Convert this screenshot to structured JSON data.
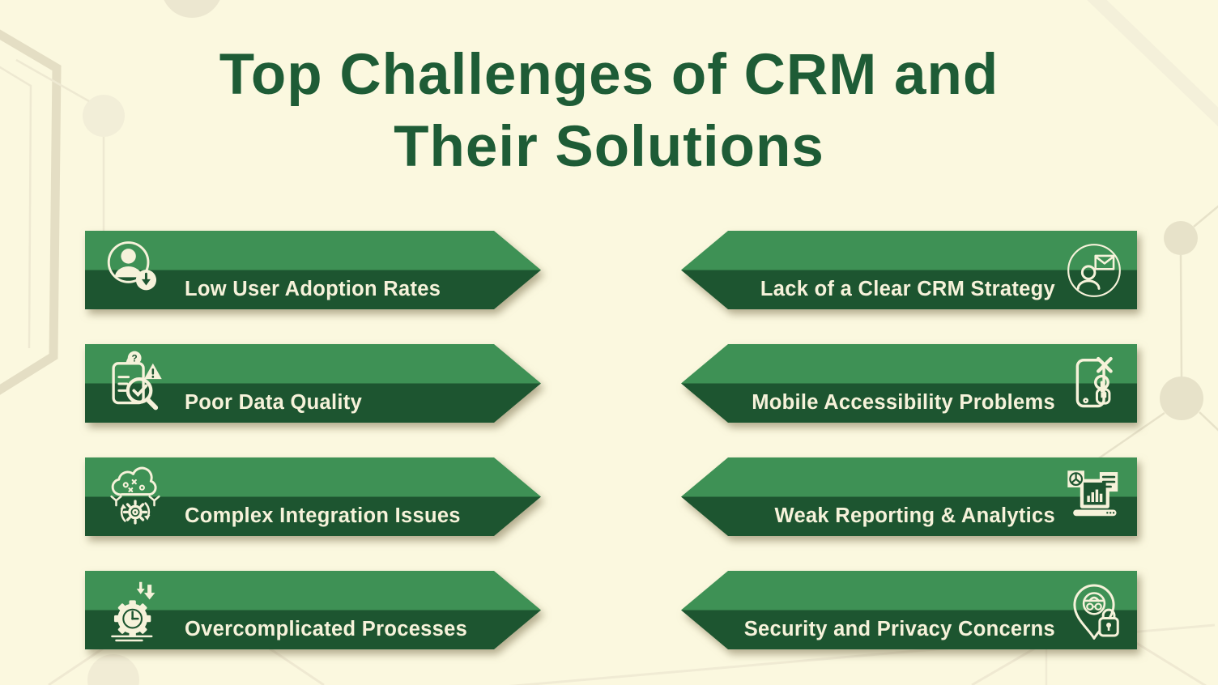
{
  "title": {
    "line1": "Top Challenges of CRM and",
    "line2": "Their Solutions"
  },
  "colors": {
    "background": "#fbf8df",
    "banner_light_green": "#3e9155",
    "banner_dark_green": "#1d5530",
    "title_green": "#1e5c36",
    "label_cream": "#f6f2da",
    "decor_beige": "#e7e2c9"
  },
  "banners": [
    {
      "label": "Low User Adoption Rates",
      "icon": "user-adoption-icon",
      "side": "left"
    },
    {
      "label": "Poor Data Quality",
      "icon": "data-quality-icon",
      "side": "left"
    },
    {
      "label": "Complex Integration Issues",
      "icon": "integration-icon",
      "side": "left"
    },
    {
      "label": "Overcomplicated Processes",
      "icon": "process-clock-icon",
      "side": "left"
    },
    {
      "label": "Lack of a Clear CRM Strategy",
      "icon": "crm-strategy-icon",
      "side": "right"
    },
    {
      "label": "Mobile Accessibility Problems",
      "icon": "mobile-access-icon",
      "side": "right"
    },
    {
      "label": "Weak Reporting & Analytics",
      "icon": "analytics-icon",
      "side": "right"
    },
    {
      "label": "Security and Privacy Concerns",
      "icon": "security-privacy-icon",
      "side": "right"
    }
  ]
}
